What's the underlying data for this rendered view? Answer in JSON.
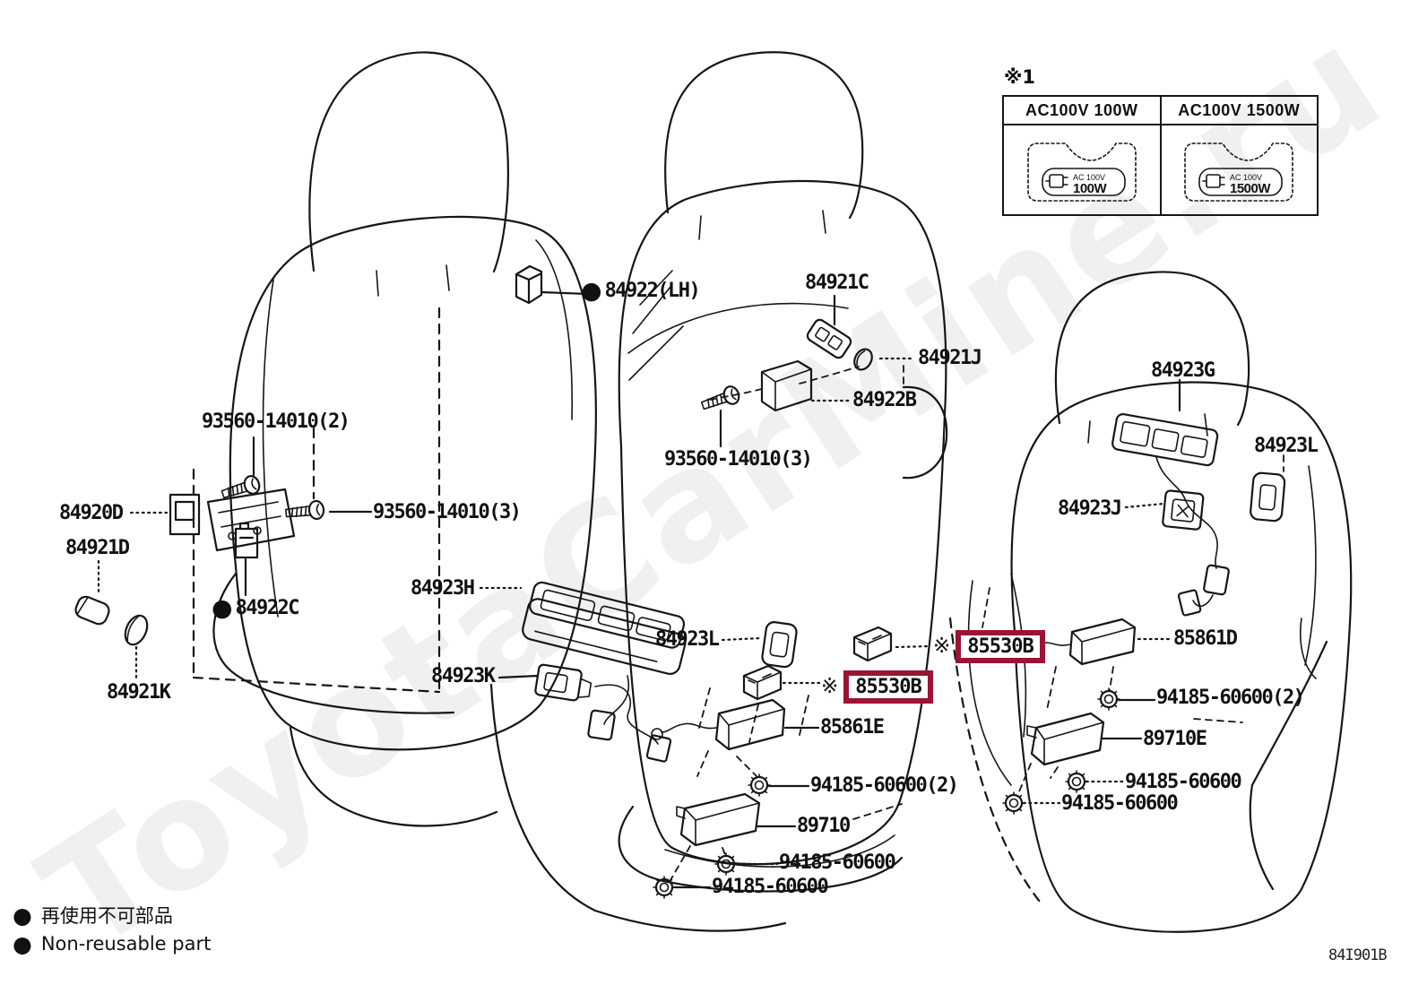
{
  "watermark": "ToyotaCarMine.ru",
  "diagram_code": "84I901B",
  "ref_marker": "※",
  "colors": {
    "highlight_box": "#9c1333",
    "line_art": "#161616",
    "watermark": "#f0f0f0",
    "background": "#ffffff"
  },
  "reference_table": {
    "ref_label": "※1",
    "columns": [
      {
        "header": "AC100V 100W",
        "icon": "ac-outlet-icon",
        "icon_line1": "AC 100V",
        "icon_line2": "100W"
      },
      {
        "header": "AC100V 1500W",
        "icon": "ac-outlet-icon",
        "icon_line1": "AC 100V",
        "icon_line2": "1500W"
      }
    ]
  },
  "legend": {
    "items": [
      {
        "bullet": "●",
        "text": "再使用不可部品"
      },
      {
        "bullet": "●",
        "text": "Non-reusable part"
      }
    ]
  },
  "labels": {
    "w84922lh": {
      "bullet": "●",
      "text": "84922(LH)"
    },
    "w84921c": {
      "text": "84921C"
    },
    "w84921j": {
      "text": "84921J"
    },
    "w84922b": {
      "text": "84922B"
    },
    "w93560_c": {
      "text": "93560-14010(3)"
    },
    "w93560_2": {
      "text": "93560-14010(2)"
    },
    "w84920d": {
      "text": "84920D"
    },
    "w93560_3l": {
      "text": "93560-14010(3)"
    },
    "w84921d": {
      "text": "84921D"
    },
    "w84922c": {
      "bullet": "●",
      "text": "84922C"
    },
    "w84921k": {
      "text": "84921K"
    },
    "w84923h": {
      "text": "84923H"
    },
    "w84923k": {
      "text": "84923K"
    },
    "w84923l_c": {
      "text": "84923L"
    },
    "w85530b_1": {
      "text": "85530B",
      "highlighted": true
    },
    "w85530b_2": {
      "text": "85530B",
      "highlighted": true
    },
    "w85861e": {
      "text": "85861E"
    },
    "w85861d": {
      "text": "85861D"
    },
    "w84923g": {
      "text": "84923G"
    },
    "w84923l_r": {
      "text": "84923L"
    },
    "w84923j": {
      "text": "84923J"
    },
    "w94185_2r": {
      "text": "94185-60600(2)"
    },
    "w89710e": {
      "text": "89710E"
    },
    "w94185_r1": {
      "text": "94185-60600"
    },
    "w94185_r2": {
      "text": "94185-60600"
    },
    "w94185_2c": {
      "text": "94185-60600(2)"
    },
    "w89710": {
      "text": "89710"
    },
    "w94185_c1": {
      "text": "94185-60600"
    },
    "w94185_c2": {
      "text": "94185-60600"
    }
  }
}
